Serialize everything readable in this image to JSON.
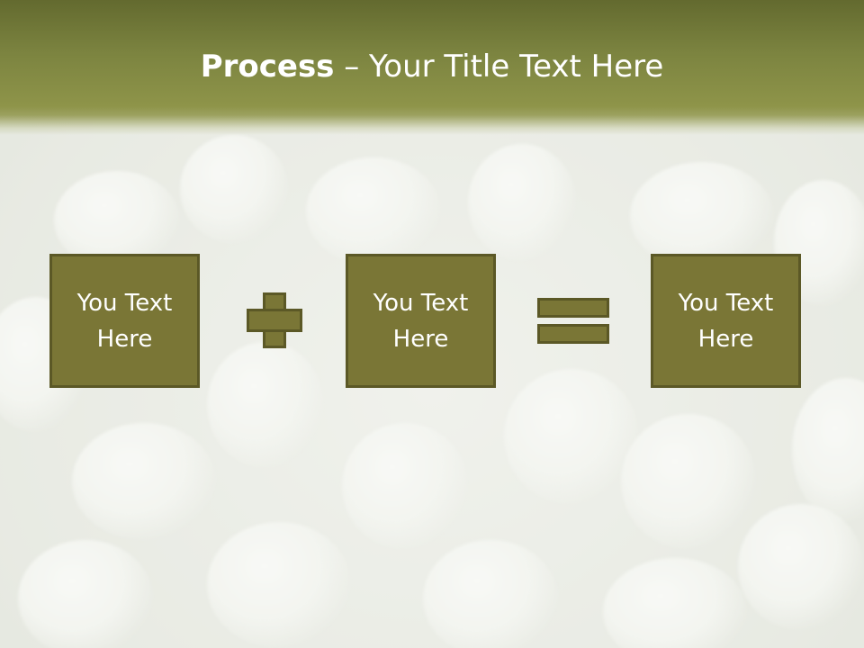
{
  "title": {
    "bold": "Process",
    "rest": " – Your Title Text Here"
  },
  "boxes": [
    {
      "text": "You Text\nHere"
    },
    {
      "text": "You Text\nHere"
    },
    {
      "text": "You Text\nHere"
    }
  ],
  "colors": {
    "title_band": "#7c8440",
    "box_fill": "#7a7636",
    "box_border": "#5b5826",
    "text": "#ffffff"
  }
}
